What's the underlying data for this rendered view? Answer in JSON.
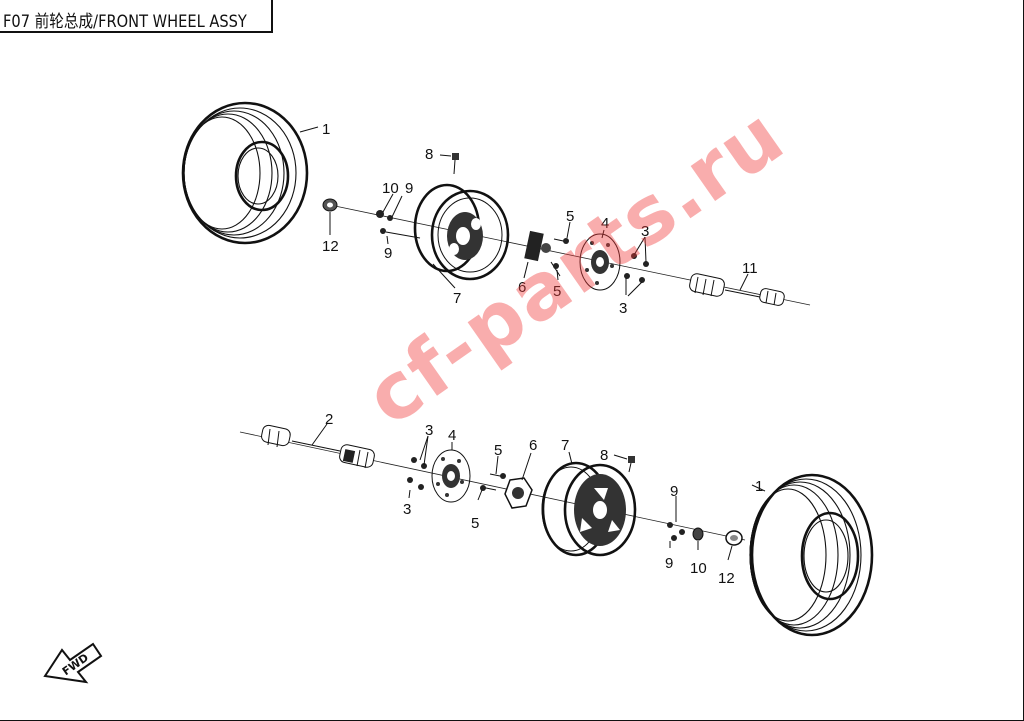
{
  "title": "F07 前轮总成/FRONT WHEEL ASSY",
  "watermark": "cf-parts.ru",
  "arrow_label": "FWD",
  "callouts": {
    "upper": {
      "tire": "1",
      "bolt_8": "8",
      "part_10": "10",
      "part_9a": "9",
      "part_9b": "9",
      "part_12": "12",
      "rim_7": "7",
      "hub_6": "6",
      "bolt_5a": "5",
      "bolt_5b": "5",
      "disc_4": "4",
      "bolt_3a": "3",
      "bolt_3b": "3",
      "shaft_11": "11"
    },
    "lower": {
      "shaft_2": "2",
      "bolt_3a": "3",
      "bolt_3b": "3",
      "disc_4": "4",
      "bolt_5a": "5",
      "bolt_5b": "5",
      "hub_6": "6",
      "rim_7": "7",
      "bolt_8": "8",
      "part_9a": "9",
      "part_9b": "9",
      "part_10": "10",
      "part_12": "12",
      "tire": "1"
    }
  }
}
